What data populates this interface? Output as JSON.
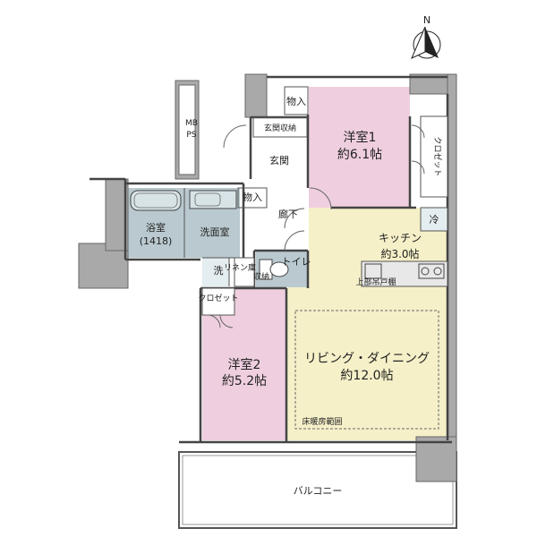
{
  "plan": {
    "rooms": {
      "western_room_1": {
        "name": "洋室1",
        "size": "約6.1帖"
      },
      "western_room_2": {
        "name": "洋室2",
        "size": "約5.2帖"
      },
      "kitchen": {
        "name": "キッチン",
        "size": "約3.0帖"
      },
      "living_dining": {
        "name": "リビング・ダイニング",
        "size": "約12.0帖"
      },
      "bathroom": {
        "name": "浴室",
        "size": "(1418)"
      },
      "washroom": "洗面室",
      "entrance": "玄関",
      "hallway": "廊下",
      "toilet": "トイレ",
      "balcony": "バルコニー"
    },
    "storage": {
      "closet_room1": "クロゼット",
      "closet_room2": "クロゼット",
      "storage_top": "物入",
      "storage_hall": "物入",
      "shoe_storage": "玄関収納",
      "linen": "リネン庫",
      "toilet_storage": "収納"
    },
    "equipment": {
      "refrigerator": "冷",
      "washer": "洗",
      "mbps_1": "MB",
      "mbps_2": "PS",
      "range_hood": "上部吊戸棚"
    },
    "floor_heating_label": "床暖房範囲",
    "compass_label": "N"
  },
  "colors": {
    "pink": "#efcfdf",
    "cream": "#f5f0c8",
    "blue_gray": "#b9c9cf",
    "wall_gray": "#a9a9a9",
    "wet_light": "#e4edf0"
  }
}
